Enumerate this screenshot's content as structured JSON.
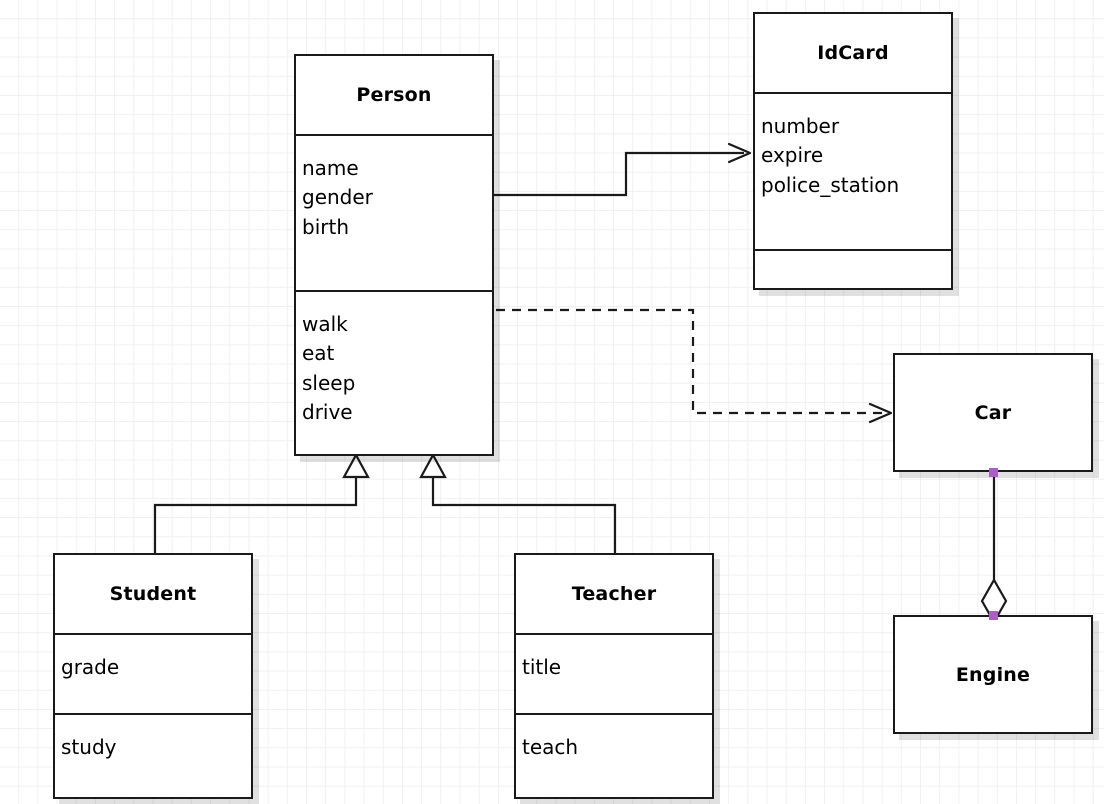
{
  "diagram": {
    "type": "uml-class-diagram",
    "background": "#ffffff",
    "grid_color": "#f0f0f0",
    "line_color": "#1a1a1a",
    "handle_color": "#ab5fc4"
  },
  "classes": {
    "person": {
      "name": "Person",
      "attributes": [
        "name",
        "gender",
        "birth"
      ],
      "methods": [
        "walk",
        "eat",
        "sleep",
        "drive"
      ]
    },
    "idcard": {
      "name": "IdCard",
      "attributes": [
        "number",
        "expire",
        "police_station"
      ],
      "methods": []
    },
    "student": {
      "name": "Student",
      "attributes": [
        "grade"
      ],
      "methods": [
        "study"
      ]
    },
    "teacher": {
      "name": "Teacher",
      "attributes": [
        "title"
      ],
      "methods": [
        "teach"
      ]
    },
    "car": {
      "name": "Car",
      "attributes": [],
      "methods": []
    },
    "engine": {
      "name": "Engine",
      "attributes": [],
      "methods": []
    }
  },
  "relationships": [
    {
      "id": "person-idcard",
      "kind": "association",
      "from": "Person",
      "to": "IdCard",
      "style": "solid",
      "arrow": "open"
    },
    {
      "id": "person-car",
      "kind": "dependency",
      "from": "Person",
      "to": "Car",
      "style": "dashed",
      "arrow": "open"
    },
    {
      "id": "student-person",
      "kind": "generalization",
      "from": "Student",
      "to": "Person",
      "style": "solid",
      "arrow": "hollow-triangle"
    },
    {
      "id": "teacher-person",
      "kind": "generalization",
      "from": "Teacher",
      "to": "Person",
      "style": "solid",
      "arrow": "hollow-triangle"
    },
    {
      "id": "car-engine",
      "kind": "aggregation",
      "from": "Car",
      "to": "Engine",
      "style": "solid",
      "arrow": "hollow-diamond"
    }
  ]
}
